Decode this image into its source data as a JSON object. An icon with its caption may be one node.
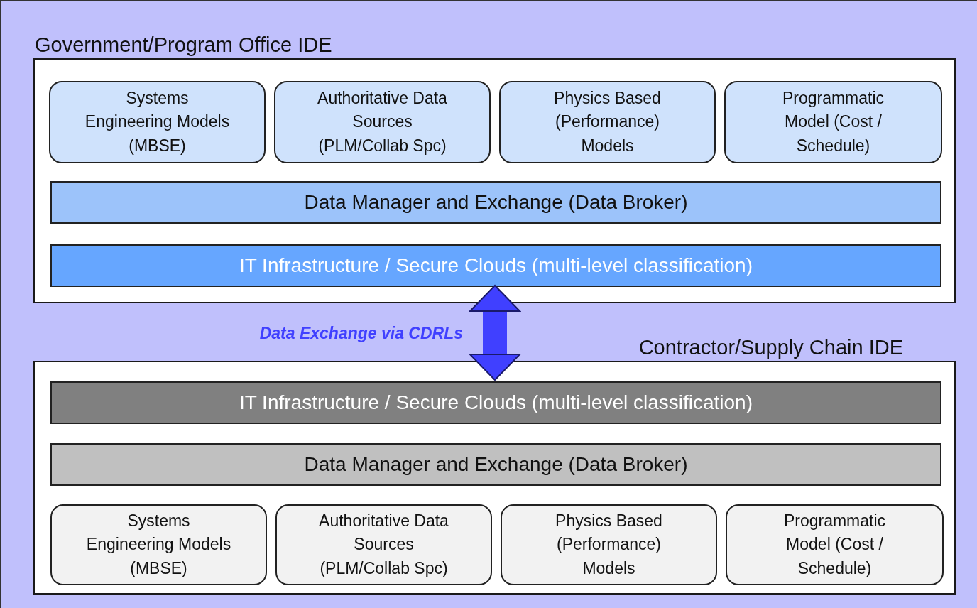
{
  "diagram": {
    "nodes": [
      {
        "text": [
          "Government/Program Office IDE"
        ]
      },
      {
        "text": [
          "Systems Engineering Models (MBSE)"
        ],
        "in": 0
      },
      {
        "text": [
          "Authoritative Data Sources (PLM/Collab Spc)"
        ],
        "in": 0
      },
      {
        "text": [
          "Physics Based (Performance) Models"
        ],
        "in": 0
      },
      {
        "text": [
          "Programmatic Model (Cost / Schedule)"
        ],
        "in": 0
      },
      {
        "text": [
          "Data Manager and Exchange (Data Broker)"
        ],
        "in": 0
      },
      {
        "text": [
          "IT Infrastructure / Secure Clouds (multi-level classification)"
        ],
        "in": 0
      },
      {
        "text": [
          "Contractor/Supply Chain IDE"
        ]
      },
      {
        "text": [
          "IT Infrastructure / Secure Clouds (multi-level classification)"
        ],
        "in": 7
      },
      {
        "text": [
          "Data Manager and Exchange (Data Broker)"
        ],
        "in": 7
      },
      {
        "text": [
          "Systems Engineering Models (MBSE)"
        ],
        "in": 7
      },
      {
        "text": [
          "Authoritative Data Sources (PLM/Collab Spc)"
        ],
        "in": 7
      },
      {
        "text": [
          "Physics Based (Performance) Models"
        ],
        "in": 7
      },
      {
        "text": [
          "Programmatic Model (Cost / Schedule)"
        ],
        "in": 7
      }
    ],
    "edges": [
      {
        "from": 6,
        "to": 8,
        "arrow": "both",
        "label": "Data Exchange via CDRLs",
        "color": "#4040ff"
      }
    ]
  }
}
